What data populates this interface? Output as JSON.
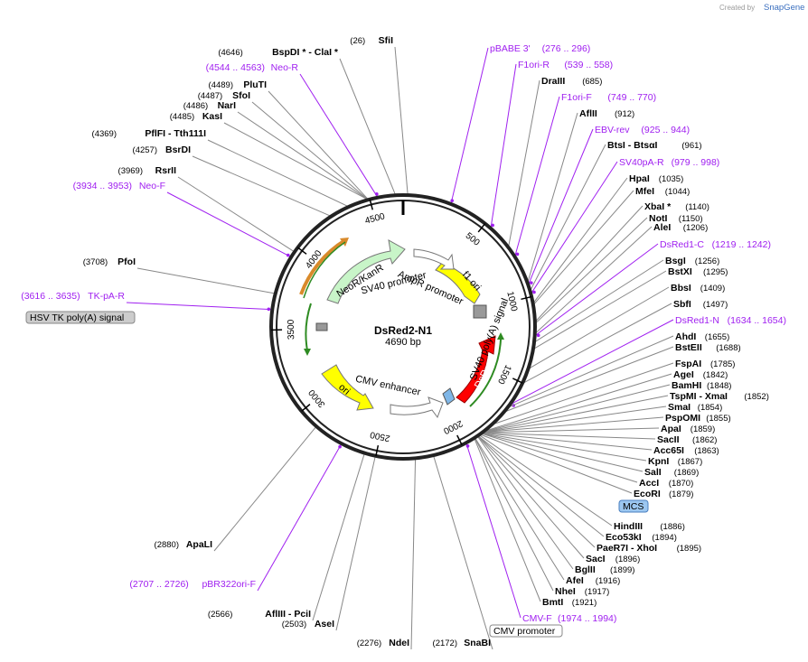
{
  "branding": {
    "created_by": "Created by",
    "brand": "SnapGene"
  },
  "plasmid": {
    "name": "DsRed2-N1",
    "length": "4690 bp"
  },
  "ticks": [
    "500",
    "1000",
    "1500",
    "2000",
    "2500",
    "3000",
    "3500",
    "4000",
    "4500"
  ],
  "features": {
    "f1_ori": "f1 ori",
    "sv40_promoter": "SV40 promoter",
    "ampr_promoter": "AmpR promoter",
    "neo_kan": "NeoR/KanR",
    "sv40_polya": "SV40 poly(A) signal",
    "dsred2": "DsRed2",
    "cmv_enhancer": "CMV enhancer",
    "ori": "ori"
  },
  "labels_left": [
    {
      "pos": "(26)",
      "name": "SfiI"
    },
    {
      "pos": "(4646)",
      "name": "BspDI * - ClaI *"
    },
    {
      "pos": "(4544 .. 4563)",
      "name": "Neo-R",
      "primer": true
    },
    {
      "pos": "(4489)",
      "name": "PluTI"
    },
    {
      "pos": "(4487)",
      "name": "SfoI"
    },
    {
      "pos": "(4486)",
      "name": "NarI"
    },
    {
      "pos": "(4485)",
      "name": "KasI"
    },
    {
      "pos": "(4369)",
      "name": "PflFI - Tth111I"
    },
    {
      "pos": "(4257)",
      "name": "BsrDI"
    },
    {
      "pos": "(3969)",
      "name": "RsrII"
    },
    {
      "pos": "(3934 .. 3953)",
      "name": "Neo-F",
      "primer": true
    },
    {
      "pos": "(3708)",
      "name": "PfoI"
    },
    {
      "pos": "(3616 .. 3635)",
      "name": "TK-pA-R",
      "primer": true
    },
    {
      "pos": "(2880)",
      "name": "ApaLI"
    },
    {
      "pos": "(2707 .. 2726)",
      "name": "pBR322ori-F",
      "primer": true
    },
    {
      "pos": "(2566)",
      "name": "AflIII - PciI"
    },
    {
      "pos": "(2503)",
      "name": "AseI"
    },
    {
      "pos": "(2276)",
      "name": "NdeI"
    },
    {
      "pos": "(2172)",
      "name": "SnaBI"
    }
  ],
  "labels_right": [
    {
      "name": "pBABE 3'",
      "pos": "(276 .. 296)",
      "primer": true
    },
    {
      "name": "F1ori-R",
      "pos": "(539 .. 558)",
      "primer": true
    },
    {
      "name": "DraIII",
      "pos": "(685)"
    },
    {
      "name": "F1ori-F",
      "pos": "(749 .. 770)",
      "primer": true
    },
    {
      "name": "AflII",
      "pos": "(912)"
    },
    {
      "name": "EBV-rev",
      "pos": "(925 .. 944)",
      "primer": true
    },
    {
      "name": "BtsI - BtsαI",
      "pos": "(961)"
    },
    {
      "name": "SV40pA-R",
      "pos": "(979 .. 998)",
      "primer": true
    },
    {
      "name": "HpaI",
      "pos": "(1035)"
    },
    {
      "name": "MfeI",
      "pos": "(1044)"
    },
    {
      "name": "XbaI *",
      "pos": "(1140)"
    },
    {
      "name": "NotI",
      "pos": "(1150)"
    },
    {
      "name": "AleI",
      "pos": "(1206)"
    },
    {
      "name": "DsRed1-C",
      "pos": "(1219 .. 1242)",
      "primer": true
    },
    {
      "name": "BsgI",
      "pos": "(1256)"
    },
    {
      "name": "BstXI",
      "pos": "(1295)"
    },
    {
      "name": "BbsI",
      "pos": "(1409)"
    },
    {
      "name": "SbfI",
      "pos": "(1497)"
    },
    {
      "name": "DsRed1-N",
      "pos": "(1634 .. 1654)",
      "primer": true
    },
    {
      "name": "AhdI",
      "pos": "(1655)"
    },
    {
      "name": "BstEII",
      "pos": "(1688)"
    },
    {
      "name": "FspAI",
      "pos": "(1785)"
    },
    {
      "name": "AgeI",
      "pos": "(1842)"
    },
    {
      "name": "BamHI",
      "pos": "(1848)"
    },
    {
      "name": "TspMI - XmaI",
      "pos": "(1852)"
    },
    {
      "name": "SmaI",
      "pos": "(1854)"
    },
    {
      "name": "PspOMI",
      "pos": "(1855)"
    },
    {
      "name": "ApaI",
      "pos": "(1859)"
    },
    {
      "name": "SacII",
      "pos": "(1862)"
    },
    {
      "name": "Acc65I",
      "pos": "(1863)"
    },
    {
      "name": "KpnI",
      "pos": "(1867)"
    },
    {
      "name": "SalI",
      "pos": "(1869)"
    },
    {
      "name": "AccI",
      "pos": "(1870)"
    },
    {
      "name": "EcoRI",
      "pos": "(1879)"
    },
    {
      "name": "HindIII",
      "pos": "(1886)"
    },
    {
      "name": "Eco53kI",
      "pos": "(1894)"
    },
    {
      "name": "PaeR7I - XhoI",
      "pos": "(1895)"
    },
    {
      "name": "SacI",
      "pos": "(1896)"
    },
    {
      "name": "BglII",
      "pos": "(1899)"
    },
    {
      "name": "AfeI",
      "pos": "(1916)"
    },
    {
      "name": "NheI",
      "pos": "(1917)"
    },
    {
      "name": "BmtI",
      "pos": "(1921)"
    },
    {
      "name": "CMV-F",
      "pos": "(1974 .. 1994)",
      "primer": true
    }
  ],
  "boxes": {
    "hsv": "HSV TK poly(A) signal",
    "mcs": "MCS",
    "cmv_promoter": "CMV promoter"
  },
  "colors": {
    "primer": "#a020f0",
    "dsred": "#ff0000",
    "ori": "#ffff00",
    "neo": "#c8f5c8",
    "arrow_green": "#2e8b22",
    "arrow_orange": "#d98a2b",
    "line": "#888888"
  }
}
